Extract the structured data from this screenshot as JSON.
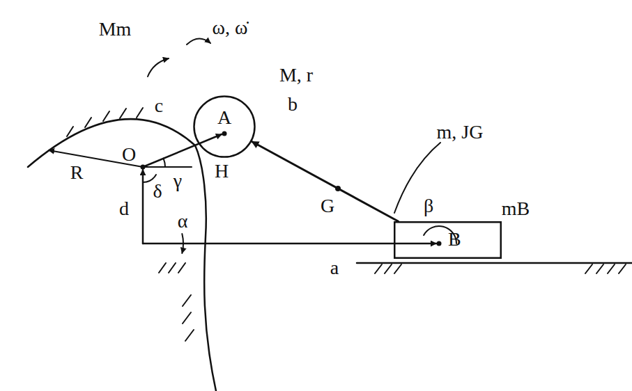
{
  "diagram": {
    "nodes": [
      {
        "text": [
          "A"
        ]
      },
      {
        "text": [
          "B"
        ]
      }
    ],
    "edges": [
      {
        "from": 1,
        "to": 0,
        "arrow": "to"
      }
    ],
    "labels": [
      "Mm",
      "ω, ω̇",
      "M, r",
      "R",
      "c",
      "H",
      "O",
      "γ",
      "b",
      "G",
      "m, JG",
      "β",
      "mB",
      "d",
      "δ",
      "α",
      "a"
    ]
  }
}
